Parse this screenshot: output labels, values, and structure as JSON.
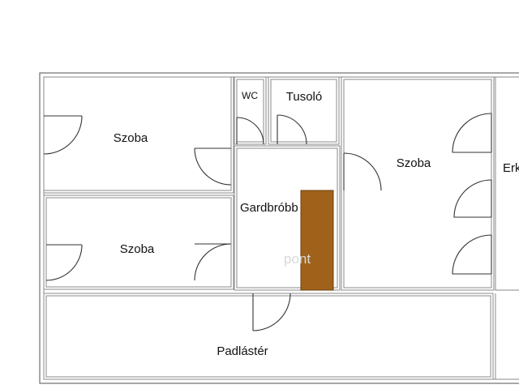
{
  "rooms": {
    "szoba_top_left": "Szoba",
    "szoba_bottom_left": "Szoba",
    "wc": "WC",
    "tusolo": "Tusoló",
    "gardrob": "Gardbróbb",
    "szoba_right": "Szoba",
    "erkely": "Erké",
    "padlaster": "Padlástér"
  },
  "watermark": "pont",
  "colors": {
    "wall_stroke": "#6f6f6f",
    "closet_fill": "#a0621a",
    "background": "#ffffff"
  }
}
